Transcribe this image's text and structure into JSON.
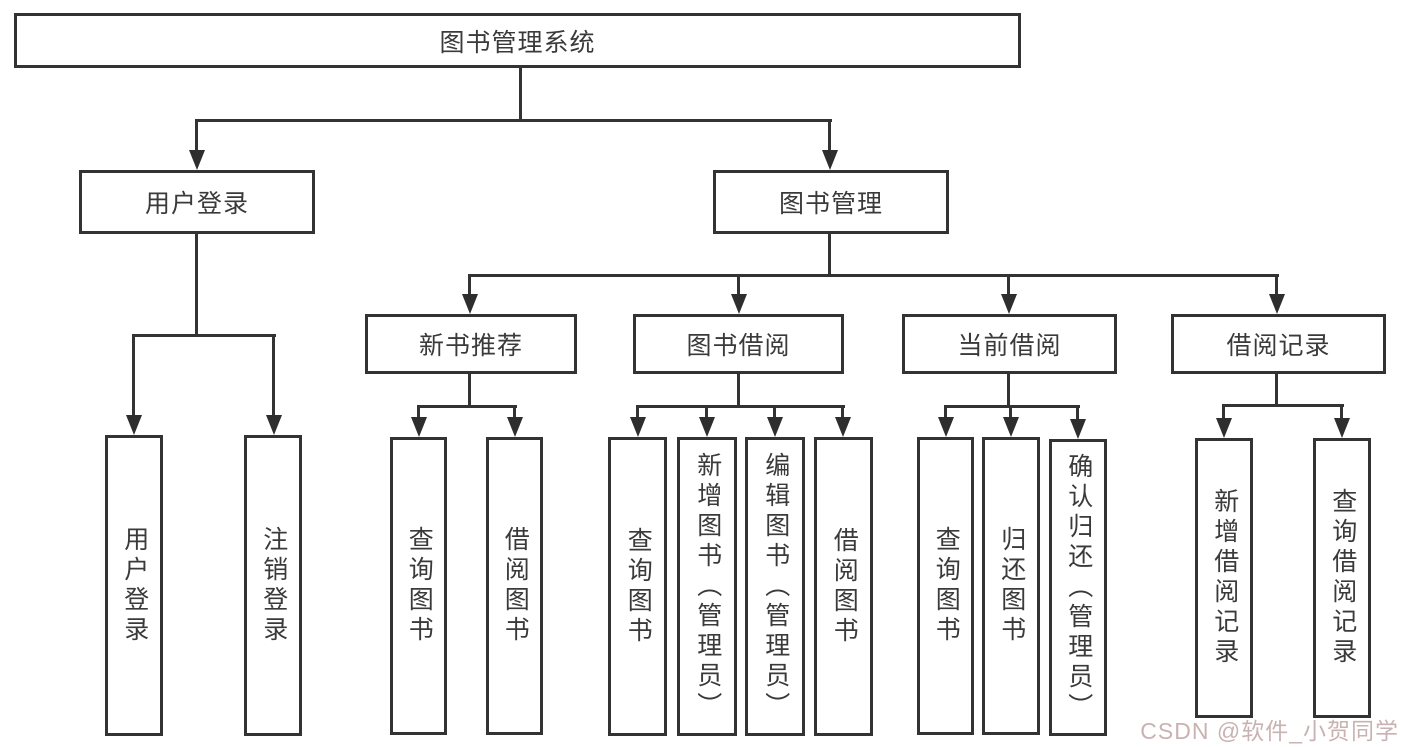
{
  "diagram_title": "图书管理系统",
  "nodes": {
    "root": {
      "label": "图书管理系统"
    },
    "user_login": {
      "label": "用户登录"
    },
    "book_mgmt": {
      "label": "图书管理"
    },
    "user_login_item": {
      "label": "用户登录"
    },
    "logout_item": {
      "label": "注销登录"
    },
    "new_book_rec": {
      "label": "新书推荐"
    },
    "book_borrow": {
      "label": "图书借阅"
    },
    "current_borrow": {
      "label": "当前借阅"
    },
    "borrow_record": {
      "label": "借阅记录"
    },
    "nb_query": {
      "label": "查询图书"
    },
    "nb_borrow": {
      "label": "借阅图书"
    },
    "bb_query": {
      "label": "查询图书"
    },
    "bb_add": {
      "label": "新增图书（管理员）"
    },
    "bb_edit": {
      "label": "编辑图书（管理员）"
    },
    "bb_borrow": {
      "label": "借阅图书"
    },
    "cb_query": {
      "label": "查询图书"
    },
    "cb_return": {
      "label": "归还图书"
    },
    "cb_confirm": {
      "label": "确认归还（管理员）"
    },
    "br_add": {
      "label": "新增借阅记录"
    },
    "br_query": {
      "label": "查询借阅记录"
    }
  },
  "watermark": {
    "text": "CSDN @软件_小贺同学"
  },
  "colors": {
    "line": "#333333",
    "box_border": "#333333",
    "background": "#ffffff",
    "text": "#3a3a3a",
    "watermark": "#c9b2b2"
  }
}
